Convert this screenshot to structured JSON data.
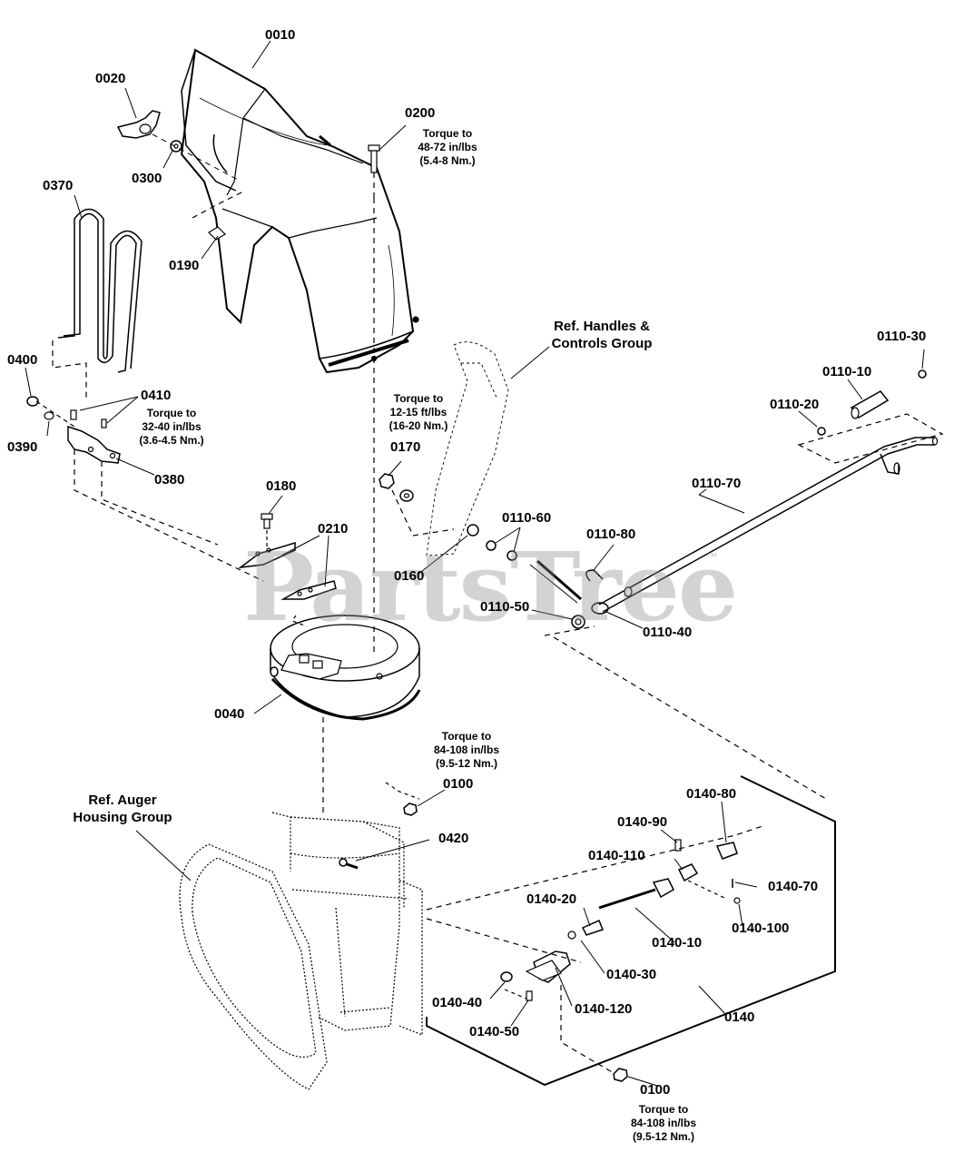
{
  "diagram": {
    "watermark": "PartsTree",
    "watermark_tm": "™",
    "parts": [
      "0010",
      "0020",
      "0300",
      "0200",
      "0370",
      "0190",
      "0400",
      "0390",
      "0410",
      "0380",
      "0170",
      "0180",
      "0210",
      "0160",
      "0110-60",
      "0110-80",
      "0110-50",
      "0110-40",
      "0110-70",
      "0110-30",
      "0110-10",
      "0110-20",
      "0040",
      "0100",
      "0100",
      "0420",
      "0140-80",
      "0140-90",
      "0140-110",
      "0140-70",
      "0140-20",
      "0140-10",
      "0140-100",
      "0140-30",
      "0140-40",
      "0140-120",
      "0140-50",
      "0140"
    ],
    "notes": [
      [
        "Torque to",
        "48-72 in/lbs",
        "(5.4-8 Nm.)"
      ],
      [
        "Torque to",
        "32-40 in/lbs",
        "(3.6-4.5 Nm.)"
      ],
      [
        "Torque to",
        "12-15 ft/lbs",
        "(16-20 Nm.)"
      ],
      [
        "Torque to",
        "84-108 in/lbs",
        "(9.5-12 Nm.)"
      ],
      [
        "Torque to",
        "84-108 in/lbs",
        "(9.5-12 Nm.)"
      ]
    ],
    "refs": [
      [
        "Ref. Handles &",
        "Controls Group"
      ],
      [
        "Ref. Auger",
        "Housing Group"
      ]
    ]
  }
}
